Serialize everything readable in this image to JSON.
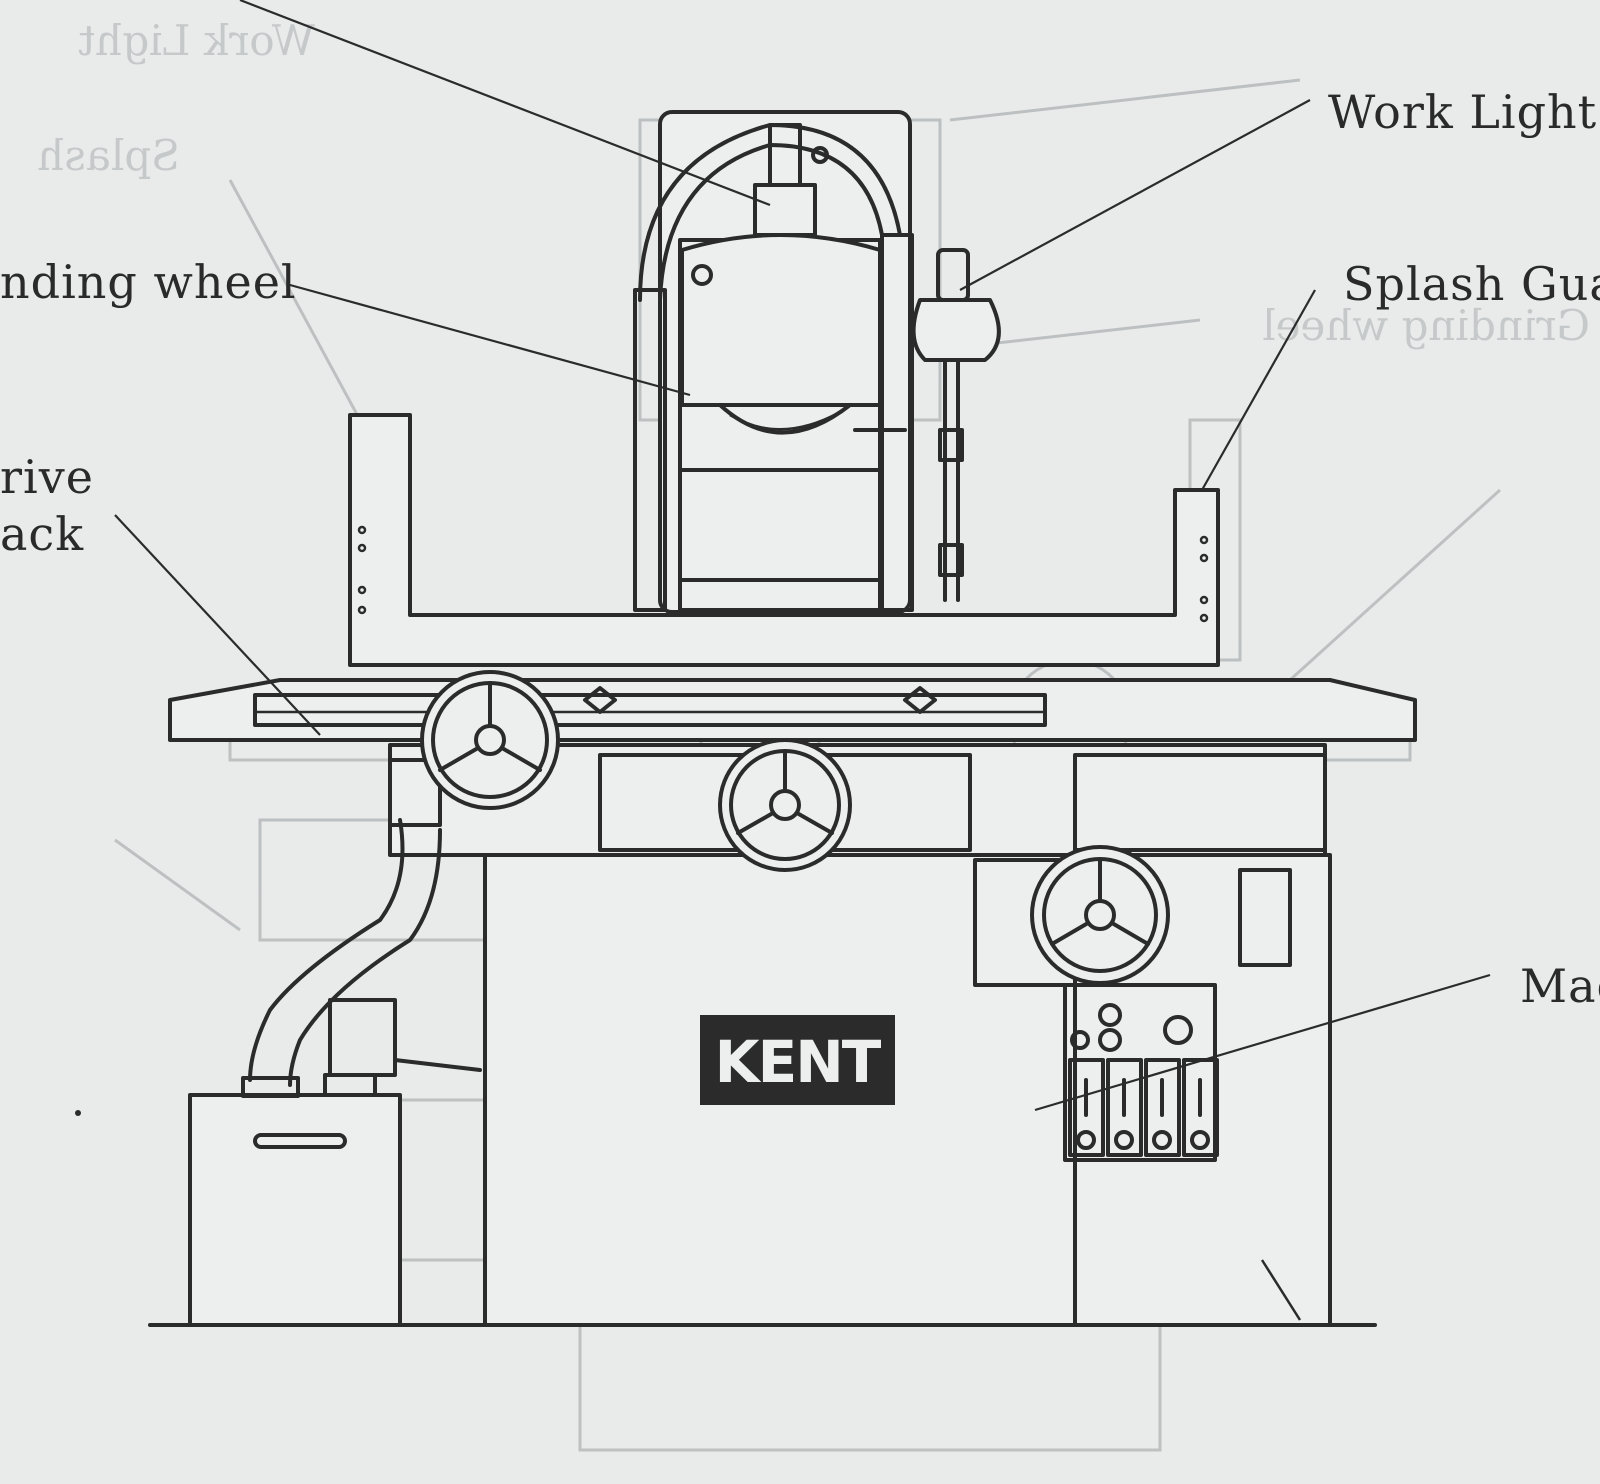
{
  "labels": {
    "work_light": "Work Light",
    "grinding_wheel": "nding wheel",
    "splash_guard": "Splash Gua",
    "drive_line1": "rive",
    "drive_line2": "ack",
    "machine": "Mac"
  },
  "ghost_labels": {
    "work_light": "Work Light",
    "splash": "Splash",
    "grinding_wheel": "Grinding wheel"
  },
  "logo_text": "KENT",
  "colors": {
    "paper": "#e9ebeb",
    "ink": "#2b2b2b",
    "bleed": "#b9bcbd"
  }
}
